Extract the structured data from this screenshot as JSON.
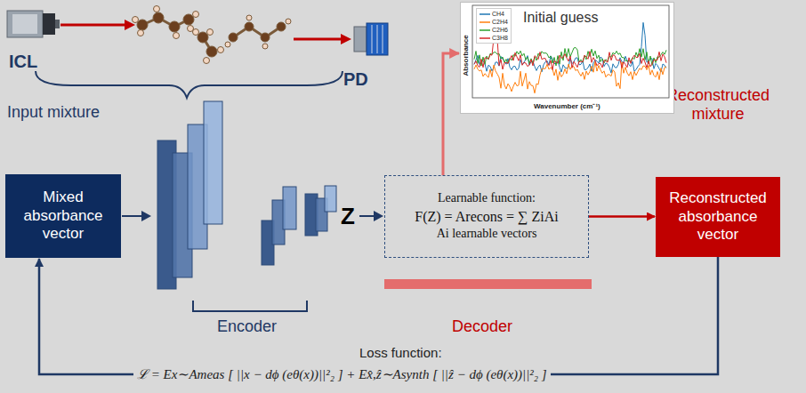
{
  "diagram": {
    "nodes": [
      {
        "text": [
          "Mixed absorbance vector"
        ]
      },
      {
        "text": [
          "Learnable function:",
          "F(Z) = Arecons = ∑ ZiAi",
          "Ai learnable vectors"
        ]
      },
      {
        "text": [
          "Reconstructed mixture",
          "Reconstructed absorbance vector"
        ]
      },
      {
        "text": [
          "Initial guess"
        ]
      }
    ],
    "edges": [
      {
        "from": 1,
        "to": 2,
        "arrow": "to"
      },
      {
        "from": 1,
        "to": 3,
        "arrow": "to"
      },
      {
        "from": 2,
        "to": 0,
        "arrow": "to"
      }
    ],
    "labels": [
      "ICL",
      "PD",
      "Input mixture",
      "Encoder",
      "Z",
      "Decoder",
      "Loss function:",
      "ℒ = Ex∼Ameas [ ||x − dϕ (eθ(x))||²₂ ] + Ex̂,ẑ∼Asynth [ ||ẑ − dϕ (eθ(x))||²₂ ]",
      "Absorbance",
      "Wavenumber (cm⁻¹)"
    ],
    "legend": [
      {
        "text": "CH4"
      },
      {
        "text": "C2H4"
      },
      {
        "text": "C2H6"
      },
      {
        "text": "C3H8"
      }
    ]
  }
}
